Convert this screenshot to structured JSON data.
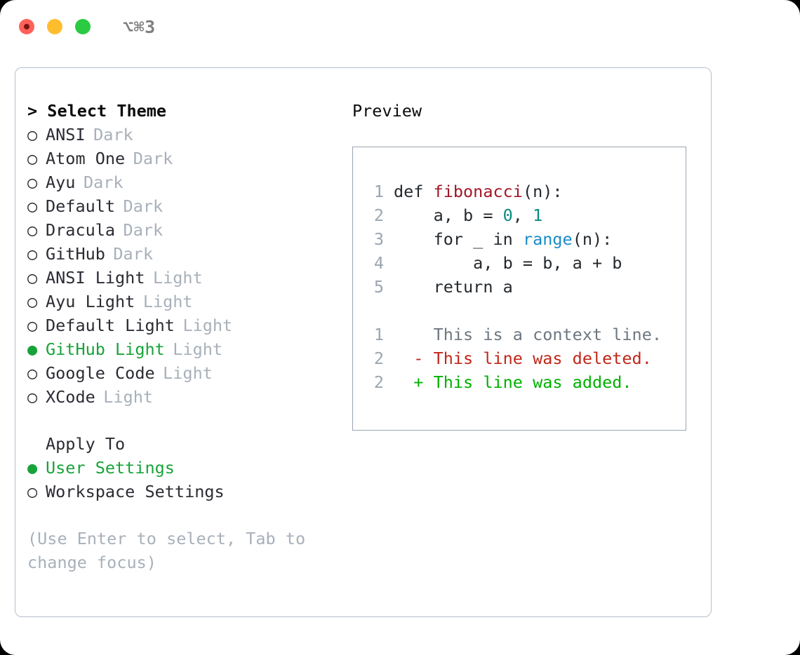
{
  "window": {
    "shortcut": "⌥⌘3",
    "traffic_lights": [
      "close-red",
      "minimize-yellow",
      "maximize-green"
    ]
  },
  "theme_picker": {
    "header": "> Select Theme",
    "marker_selected": "●",
    "marker_unselected": "○",
    "accent_color": "#18a33a",
    "muted_color": "#a8b0ba",
    "items": [
      {
        "marker": "○",
        "label": "ANSI",
        "suffix": "Dark",
        "selected": false
      },
      {
        "marker": "○",
        "label": "Atom One",
        "suffix": "Dark",
        "selected": false
      },
      {
        "marker": "○",
        "label": "Ayu",
        "suffix": "Dark",
        "selected": false
      },
      {
        "marker": "○",
        "label": "Default",
        "suffix": "Dark",
        "selected": false
      },
      {
        "marker": "○",
        "label": "Dracula",
        "suffix": "Dark",
        "selected": false
      },
      {
        "marker": "○",
        "label": "GitHub",
        "suffix": "Dark",
        "selected": false
      },
      {
        "marker": "○",
        "label": "ANSI Light",
        "suffix": "Light",
        "selected": false
      },
      {
        "marker": "○",
        "label": "Ayu Light",
        "suffix": "Light",
        "selected": false
      },
      {
        "marker": "○",
        "label": "Default Light",
        "suffix": "Light",
        "selected": false
      },
      {
        "marker": "●",
        "label": "GitHub Light",
        "suffix": "Light",
        "selected": true
      },
      {
        "marker": "○",
        "label": "Google Code",
        "suffix": "Light",
        "selected": false
      },
      {
        "marker": "○",
        "label": "XCode",
        "suffix": "Light",
        "selected": false
      }
    ]
  },
  "apply_to": {
    "header": "Apply To",
    "items": [
      {
        "marker": "●",
        "label": "User Settings",
        "selected": true
      },
      {
        "marker": "○",
        "label": "Workspace Settings",
        "selected": false
      }
    ]
  },
  "hint": "(Use Enter to select, Tab to change focus)",
  "preview": {
    "title": "Preview",
    "code": [
      {
        "num": "1",
        "segments": [
          {
            "text": "def ",
            "cls": ""
          },
          {
            "text": "fibonacci",
            "cls": "tok-fn"
          },
          {
            "text": "(n):",
            "cls": ""
          }
        ]
      },
      {
        "num": "2",
        "segments": [
          {
            "text": "    a, b = ",
            "cls": ""
          },
          {
            "text": "0",
            "cls": "tok-num"
          },
          {
            "text": ", ",
            "cls": ""
          },
          {
            "text": "1",
            "cls": "tok-num"
          }
        ]
      },
      {
        "num": "3",
        "segments": [
          {
            "text": "    for _ in ",
            "cls": ""
          },
          {
            "text": "range",
            "cls": "tok-fn2"
          },
          {
            "text": "(n):",
            "cls": ""
          }
        ]
      },
      {
        "num": "4",
        "segments": [
          {
            "text": "        a, b = b, a + b",
            "cls": ""
          }
        ]
      },
      {
        "num": "5",
        "segments": [
          {
            "text": "    return a",
            "cls": ""
          }
        ]
      }
    ],
    "diff": [
      {
        "num": "1",
        "sign": "  ",
        "text": "This is a context line.",
        "cls": "d-ctx"
      },
      {
        "num": "2",
        "sign": "- ",
        "text": "This line was deleted.",
        "cls": "d-del"
      },
      {
        "num": "2",
        "sign": "+ ",
        "text": "This line was added.",
        "cls": "d-add"
      }
    ],
    "colors": {
      "function": "#a01828",
      "number": "#0a8a80",
      "builtin": "#1a8ac8",
      "context": "#6e7781",
      "deleted": "#c0271a",
      "added": "#00b000",
      "line_number": "#9aa5b1"
    }
  }
}
